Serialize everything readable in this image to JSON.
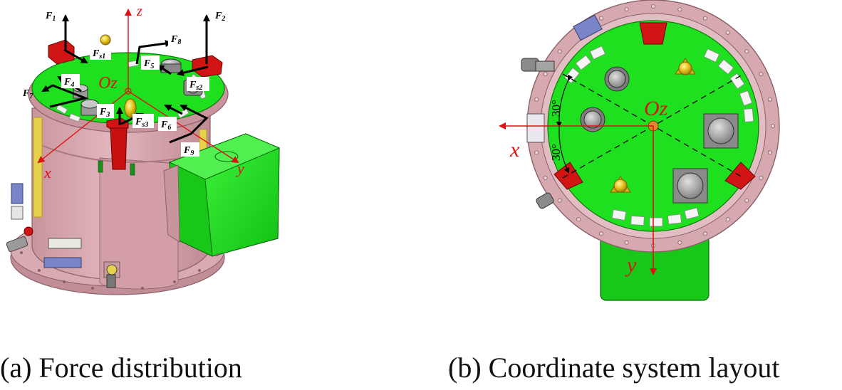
{
  "figure_a": {
    "caption": "(a) Force distribution",
    "axes": {
      "z": "z",
      "x": "x",
      "y": "y",
      "origin": "Oz"
    },
    "forces": [
      "F1",
      "F2",
      "F3",
      "F4",
      "F5",
      "F6",
      "F7",
      "F8",
      "F9",
      "Fs1",
      "Fs2",
      "Fs3"
    ],
    "force_labels": {
      "F1": {
        "base": "F",
        "sub": "1"
      },
      "F2": {
        "base": "F",
        "sub": "2"
      },
      "F3": {
        "base": "F",
        "sub": "3"
      },
      "F4": {
        "base": "F",
        "sub": "4"
      },
      "F5": {
        "base": "F",
        "sub": "5"
      },
      "F6": {
        "base": "F",
        "sub": "6"
      },
      "F7": {
        "base": "F",
        "sub": "7"
      },
      "F8": {
        "base": "F",
        "sub": "8"
      },
      "F9": {
        "base": "F",
        "sub": "9"
      },
      "Fs1": {
        "base": "F",
        "sub": "s1"
      },
      "Fs2": {
        "base": "F",
        "sub": "s2"
      },
      "Fs3": {
        "base": "F",
        "sub": "s3"
      }
    }
  },
  "figure_b": {
    "caption": "(b) Coordinate system layout",
    "axes": {
      "x": "x",
      "y": "y",
      "origin": "Oz"
    },
    "angles": [
      "30°",
      "30°"
    ]
  },
  "colors": {
    "pink_body": "#d7a9b0",
    "green_top": "#1ee01e",
    "red_pad": "#d11414",
    "axis_red": "#dd1111",
    "arrow_black": "#000000",
    "yellow_strip": "#e6d24a",
    "gold_knob": "#e3c21c"
  }
}
